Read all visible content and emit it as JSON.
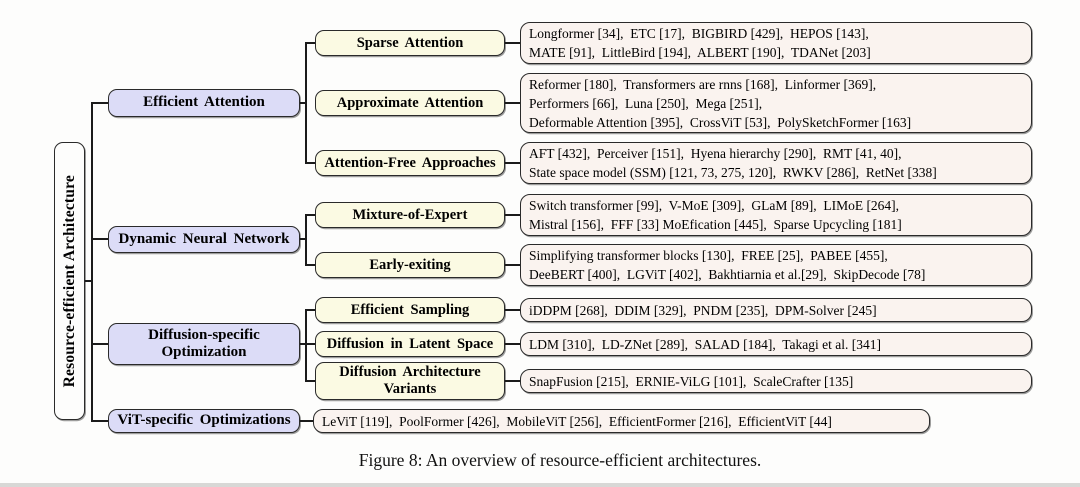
{
  "figure": {
    "caption": "Figure 8: An overview of resource-efficient architectures."
  },
  "colors": {
    "branch_fill": "#dcdcf7",
    "subbranch_fill": "#fbfae3",
    "leaf_fill": "#faf3ef",
    "line": "#1b1b1b"
  },
  "tree": {
    "root": "Resource-efficient Architecture",
    "branches": [
      {
        "label": "Efficient Attention",
        "children": [
          {
            "label": "Sparse Attention",
            "leaf": "Longformer [34],  ETC [17],  BIGBIRD [429],  HEPOS [143],\nMATE [91],  LittleBird [194],  ALBERT [190],  TDANet [203]"
          },
          {
            "label": "Approximate Attention",
            "leaf": "Reformer [180],  Transformers are rnns [168],  Linformer [369],\nPerformers [66],  Luna [250],  Mega [251],\nDeformable Attention [395],  CrossViT [53],  PolySketchFormer [163]"
          },
          {
            "label": "Attention-Free Approaches",
            "leaf": "AFT [432],  Perceiver [151],  Hyena hierarchy [290],  RMT [41, 40],\nState space model (SSM) [121, 73, 275, 120],  RWKV [286],  RetNet [338]"
          }
        ]
      },
      {
        "label": "Dynamic Neural Network",
        "children": [
          {
            "label": "Mixture-of-Expert",
            "leaf": "Switch transformer [99],  V-MoE [309],  GLaM [89],  LIMoE [264],\nMistral [156],  FFF [33] MoEfication [445],  Sparse Upcycling [181]"
          },
          {
            "label": "Early-exiting",
            "leaf": "Simplifying transformer blocks [130],  FREE [25],  PABEE [455],\nDeeBERT [400],  LGViT [402],  Bakhtiarnia et al.[29],  SkipDecode [78]"
          }
        ]
      },
      {
        "label": "Diffusion-specific Optimization",
        "children": [
          {
            "label": "Efficient Sampling",
            "leaf": "iDDPM [268],  DDIM [329],  PNDM [235],  DPM-Solver [245]"
          },
          {
            "label": "Diffusion in Latent Space",
            "leaf": "LDM [310],  LD-ZNet [289],  SALAD [184],  Takagi et al. [341]"
          },
          {
            "label": "Diffusion Architecture Variants",
            "leaf": "SnapFusion [215],  ERNIE-ViLG [101],  ScaleCrafter [135]"
          }
        ]
      },
      {
        "label": "ViT-specific Optimizations",
        "leaf": "LeViT [119],  PoolFormer [426],  MobileViT [256],  EfficientFormer [216],  EfficientViT [44]"
      }
    ]
  }
}
